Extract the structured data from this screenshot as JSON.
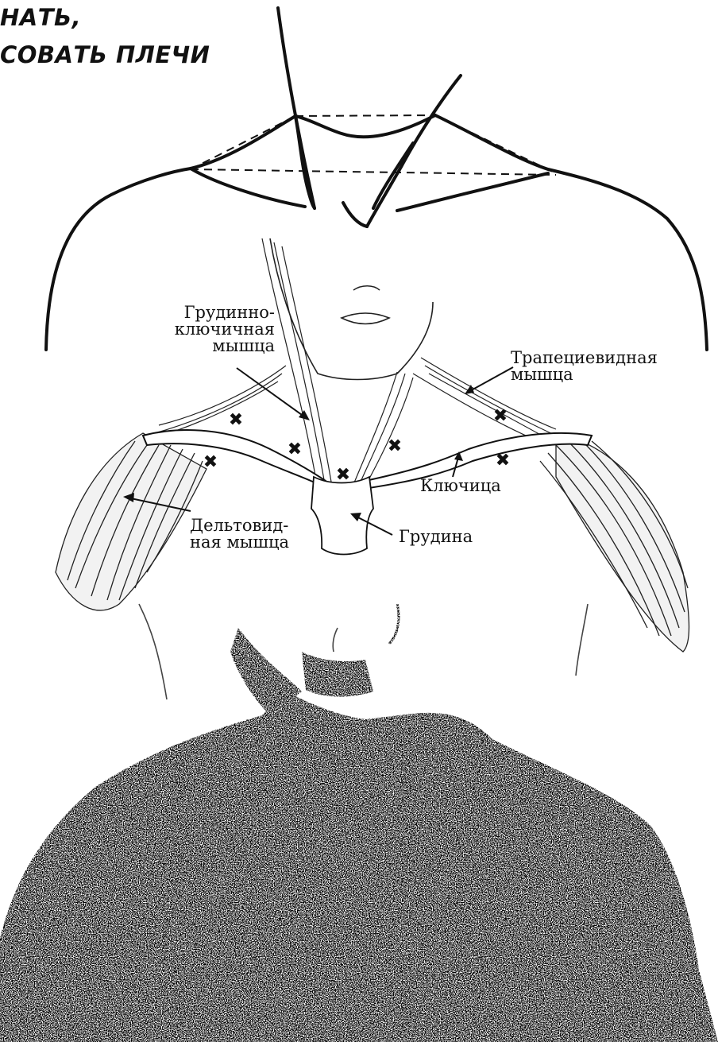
{
  "heading": {
    "line1": "НАТЬ,",
    "line2": "СОВАТЬ ПЛЕЧИ"
  },
  "labels": {
    "sternocleidomastoid": [
      "Грудинно-",
      "ключичная",
      "мышца"
    ],
    "trapezius": [
      "Трапециевидная",
      "мышца"
    ],
    "clavicle": "Ключица",
    "deltoid": [
      "Дельтовид-",
      "ная мышца"
    ],
    "sternum": "Грудина"
  },
  "marker_glyph": "✖"
}
